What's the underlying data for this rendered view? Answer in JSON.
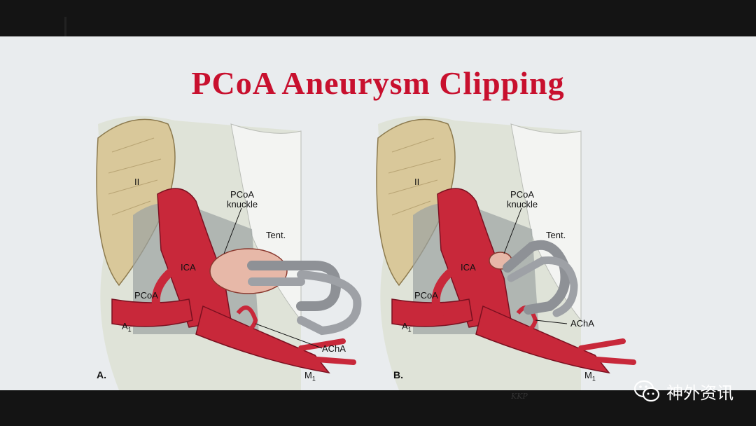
{
  "slide": {
    "title": "PCoA Aneurysm Clipping"
  },
  "panel_a": {
    "tag": "A.",
    "labels": {
      "optic_nerve": "II",
      "pcoa_knuckle": "PCoA\nknuckle",
      "tentorium": "Tent.",
      "ica": "ICA",
      "pcoa": "PCoA",
      "a1": "A",
      "a1_sub": "1",
      "acha": "AChA",
      "m1": "M",
      "m1_sub": "1"
    }
  },
  "panel_b": {
    "tag": "B.",
    "labels": {
      "optic_nerve": "II",
      "pcoa_knuckle": "PCoA\nknuckle",
      "tentorium": "Tent.",
      "ica": "ICA",
      "pcoa": "PCoA",
      "a1": "A",
      "a1_sub": "1",
      "acha": "AChA",
      "m1": "M",
      "m1_sub": "1"
    },
    "signature": "KKP"
  },
  "watermark": {
    "text": "神外资讯",
    "icon": "wechat-icon"
  },
  "colors": {
    "title_red": "#c8102e",
    "artery_red": "#c8283a",
    "clip_gray": "#8e9196",
    "nerve_tan": "#d9c89a",
    "background": "#e9ecee"
  }
}
